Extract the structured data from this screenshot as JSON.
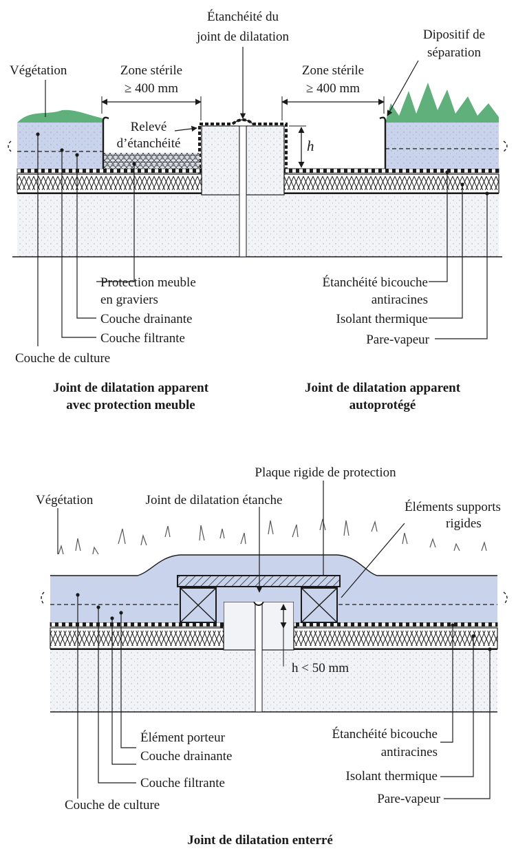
{
  "top": {
    "labels": {
      "etancheite_joint_l1": "Étanchéité du",
      "etancheite_joint_l2": "joint de dilatation",
      "dispositif_l1": "Dipositif de",
      "dispositif_l2": "séparation",
      "vegetation": "Végétation",
      "zone_sterile_left_l1": "Zone stérile",
      "zone_sterile_left_l2": "≥ 400 mm",
      "zone_sterile_right_l1": "Zone stérile",
      "zone_sterile_right_l2": "≥ 400 mm",
      "releve_l1": "Relevé",
      "releve_l2": "d’étanchéité",
      "h": "h",
      "protection_l1": "Protection meuble",
      "protection_l2": "en graviers",
      "couche_drainante": "Couche drainante",
      "couche_filtrante": "Couche filtrante",
      "couche_culture": "Couche de culture",
      "etancheite_bicouche_l1": "Étanchéité bicouche",
      "etancheite_bicouche_l2": "antiracines",
      "isolant": "Isolant thermique",
      "pare_vapeur": "Pare-vapeur"
    },
    "caption_left_l1": "Joint de dilatation apparent",
    "caption_left_l2": "avec protection meuble",
    "caption_right_l1": "Joint de dilatation apparent",
    "caption_right_l2": "autoprotégé"
  },
  "bottom": {
    "labels": {
      "plaque": "Plaque rigide de protection",
      "vegetation": "Végétation",
      "joint_etanche": "Joint de dilatation étanche",
      "elements_l1": "Éléments supports",
      "elements_l2": "rigides",
      "h_limit": "h < 50 mm",
      "element_porteur": "Élément porteur",
      "couche_drainante": "Couche drainante",
      "couche_filtrante": "Couche filtrante",
      "couche_culture": "Couche de culture",
      "etancheite_bicouche_l1": "Étanchéité bicouche",
      "etancheite_bicouche_l2": "antiracines",
      "isolant": "Isolant thermique",
      "pare_vapeur": "Pare-vapeur"
    },
    "caption": "Joint de dilatation enterré"
  },
  "colors": {
    "culture": "#c9d4ec",
    "vegetation": "#5fb07a",
    "concrete": "#f1f3f7",
    "insulation_fill": "#ffffff",
    "gravel": "#dfe4ee",
    "line": "#1a1a1a"
  }
}
